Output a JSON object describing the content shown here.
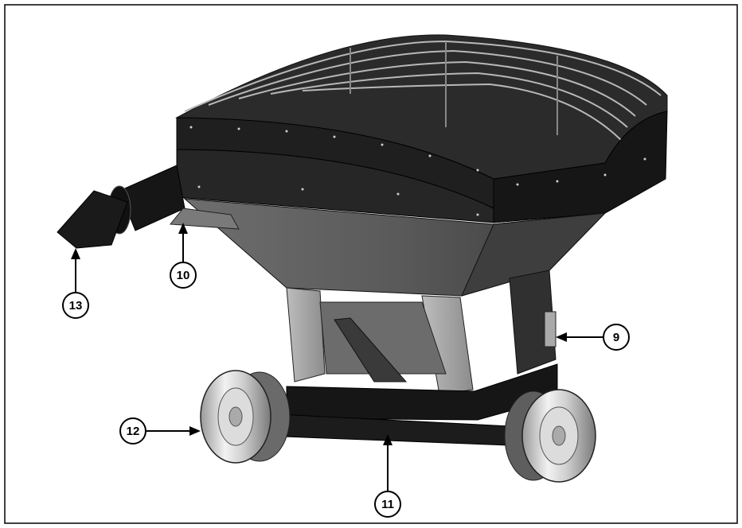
{
  "figure": {
    "callouts": [
      {
        "id": "9",
        "label": "9"
      },
      {
        "id": "10",
        "label": "10"
      },
      {
        "id": "11",
        "label": "11"
      },
      {
        "id": "12",
        "label": "12"
      },
      {
        "id": "13",
        "label": "13"
      }
    ]
  }
}
